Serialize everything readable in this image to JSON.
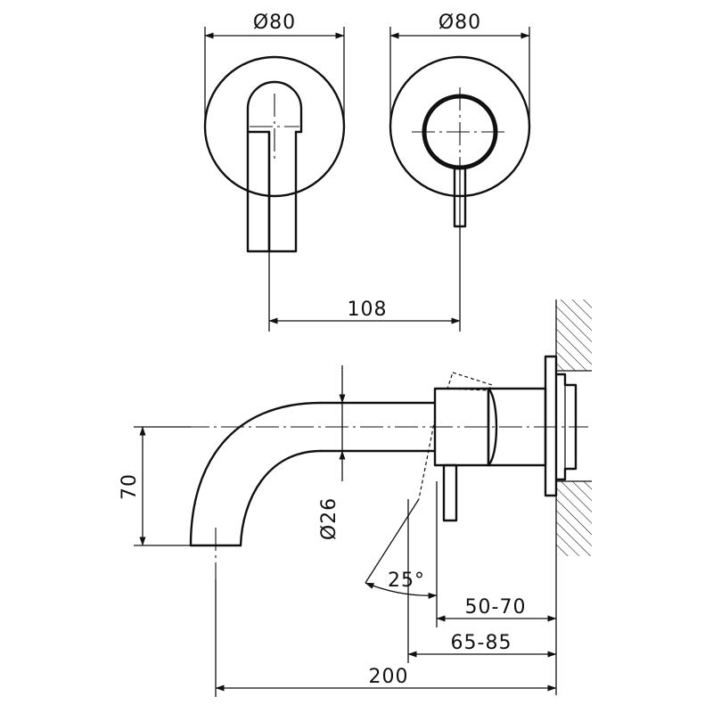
{
  "dimensions": {
    "left_diameter": "Ø80",
    "right_diameter": "Ø80",
    "handle_spacing": "108",
    "height": "70",
    "spout_diameter": "Ø26",
    "angle": "25°",
    "wall_range_short": "50-70",
    "wall_range_long": "65-85",
    "spout_projection": "200"
  }
}
